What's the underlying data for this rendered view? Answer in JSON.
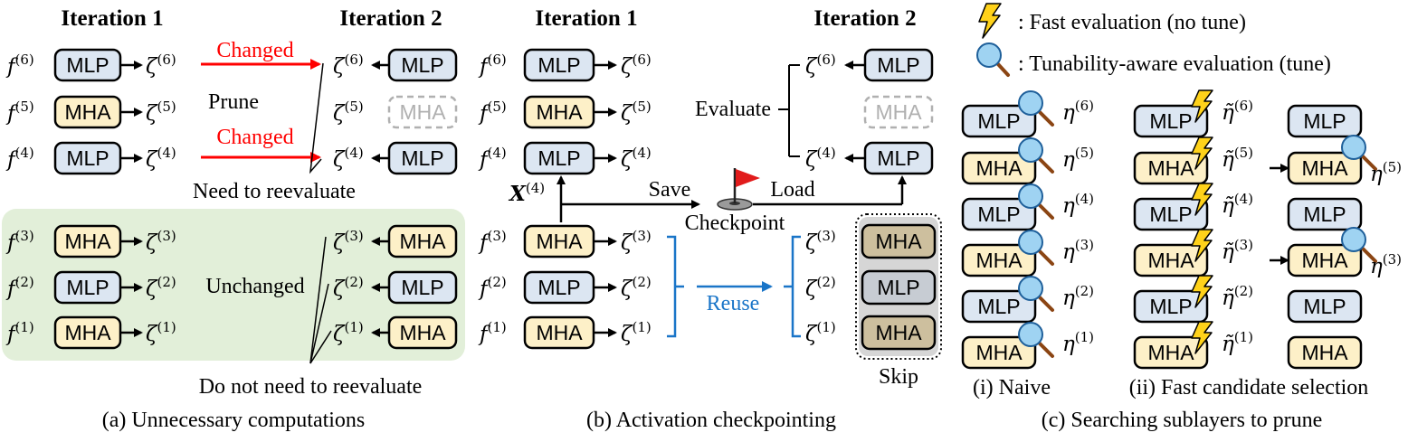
{
  "panel_a": {
    "header_iter1": "Iteration 1",
    "header_iter2": "Iteration 2",
    "f_symbol": "f",
    "zeta_symbol": "ζ",
    "sup": [
      "(6)",
      "(5)",
      "(4)",
      "(3)",
      "(2)",
      "(1)"
    ],
    "layers_iter1": [
      "MLP",
      "MHA",
      "MLP",
      "MHA",
      "MLP",
      "MHA"
    ],
    "layers_iter2": [
      "MLP",
      "MHA",
      "MLP",
      "MHA",
      "MLP",
      "MHA"
    ],
    "changed_label": "Changed",
    "prune_label": "Prune",
    "unchanged_label": "Unchanged",
    "need_reevaluate": "Need to reevaluate",
    "no_need_reevaluate": "Do not need to reevaluate",
    "caption": "(a) Unnecessary computations"
  },
  "panel_b": {
    "header_iter1": "Iteration 1",
    "header_iter2": "Iteration 2",
    "layers_iter1": [
      "MLP",
      "MHA",
      "MLP",
      "MHA",
      "MLP",
      "MHA"
    ],
    "layers_iter2": [
      "MLP",
      "MHA",
      "MLP",
      "MHA",
      "MLP",
      "MHA"
    ],
    "x_symbol": "X",
    "x_sup": "(4)",
    "evaluate_label": "Evaluate",
    "save_label": "Save",
    "load_label": "Load",
    "checkpoint_label": "Checkpoint",
    "reuse_label": "Reuse",
    "skip_label": "Skip",
    "caption": "(b) Activation checkpointing"
  },
  "panel_c": {
    "legend_fast": ": Fast evaluation (no tune)",
    "legend_tune": ": Tunability-aware evaluation (tune)",
    "eta_symbol": "η",
    "eta_tilde_symbol": "η̃",
    "naive_layers": [
      "MLP",
      "MHA",
      "MLP",
      "MHA",
      "MLP",
      "MHA"
    ],
    "fast_layers": [
      "MLP",
      "MHA",
      "MLP",
      "MHA",
      "MLP",
      "MHA"
    ],
    "selected_layers": [
      "MLP",
      "MHA",
      "MLP",
      "MHA",
      "MLP",
      "MHA"
    ],
    "selected_sup_1": "(5)",
    "selected_sup_2": "(3)",
    "naive_label": "(i) Naive",
    "fast_label": "(ii) Fast candidate selection",
    "caption": "(c) Searching sublayers to prune"
  },
  "colors": {
    "mlp_fill": "#dce6f2",
    "mha_fill": "#fdf0c8",
    "green_bg": "#e2efd9",
    "changed_red": "#ff0000",
    "reuse_blue": "#1a75c8",
    "skip_fill": "#cfcfcf",
    "ghost_border": "#b0b0b0"
  }
}
